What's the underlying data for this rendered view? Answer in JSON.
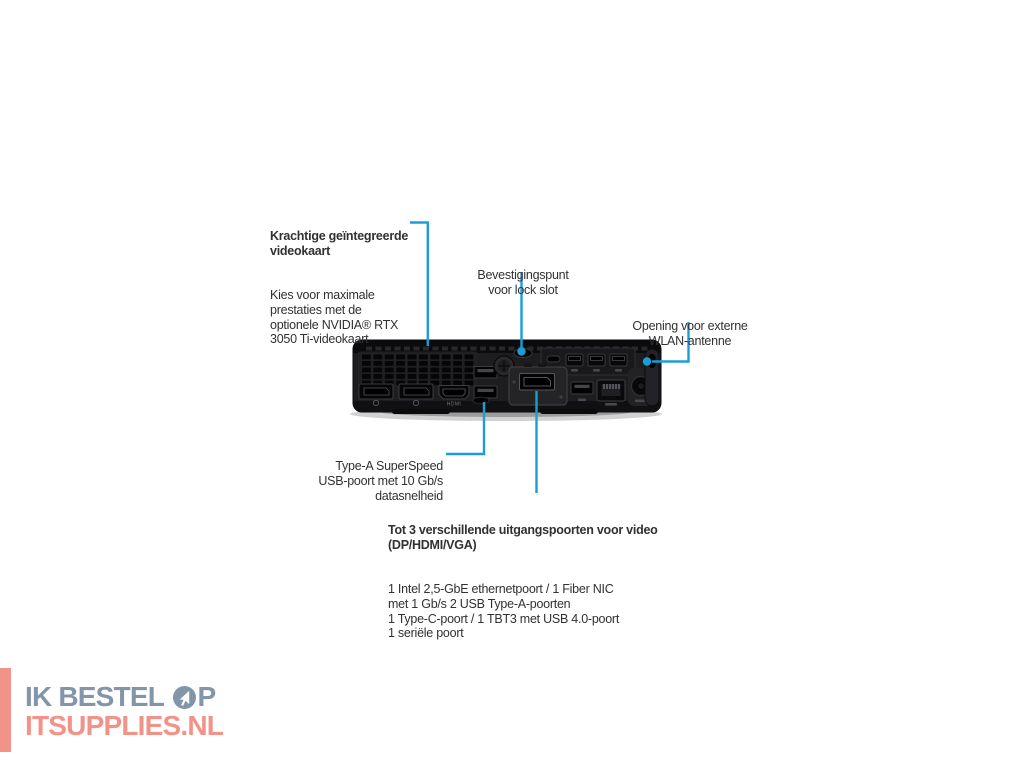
{
  "page": {
    "background": "#ffffff"
  },
  "colors": {
    "callout_line_blue": "#1b9dd9",
    "callout_text": "#313131",
    "logo_blue_gray": "#8396a9",
    "logo_salmon": "#f2938a",
    "device_body": "#1d1d20"
  },
  "icons": {
    "logo_o": "cursor-arrow-in-circle"
  },
  "callouts": {
    "gpu": {
      "title": "Krachtige geïntegreerde\nvideokaart",
      "body": "Kies voor maximale\nprestaties met de\noptionele NVIDIA® RTX\n3050 Ti-videokaart"
    },
    "lock_slot": {
      "body": "Bevestigingspunt\nvoor lock slot"
    },
    "wlan": {
      "body": "Opening voor externe\nWLAN-antenne"
    },
    "usb": {
      "body": "Type-A SuperSpeed\nUSB-poort met 10 Gb/s\ndatasnelheid"
    },
    "video_ports": {
      "title": "Tot 3 verschillende uitgangspoorten voor video\n(DP/HDMI/VGA)",
      "body": "1 Intel 2,5-GbE ethernetpoort / 1 Fiber NIC\nmet 1 Gb/s 2 USB Type-A-poorten\n1 Type-C-poort / 1 TBT3 met USB 4.0-poort\n1 seriële poort"
    }
  },
  "device": {
    "hdmi_label": "HDMI"
  },
  "watermark": {
    "line1_left": "IK BESTEL ",
    "line1_right": "P",
    "line2": "ITSUPPLIES.NL"
  }
}
